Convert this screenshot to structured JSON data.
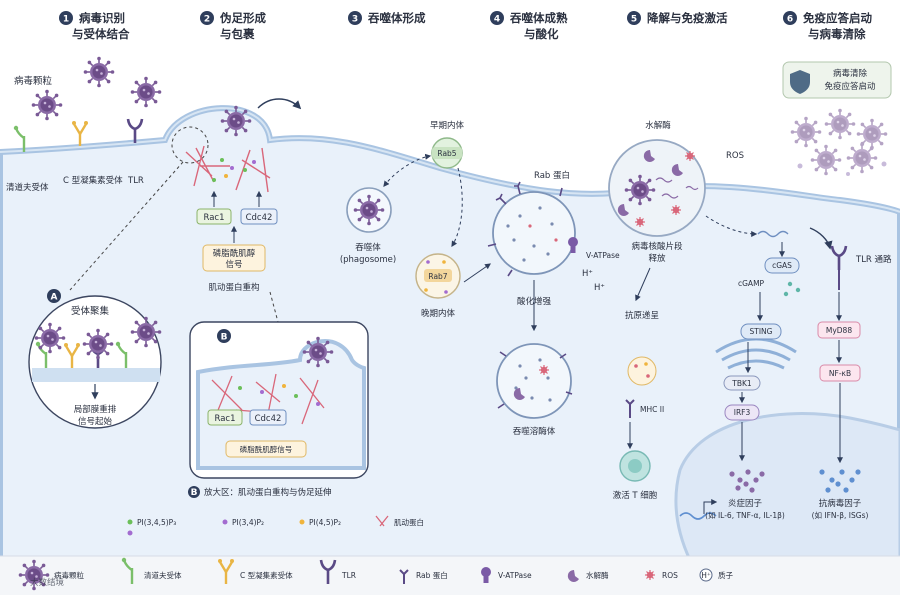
{
  "steps": [
    {
      "n": "1",
      "line1": "病毒识别",
      "line2": "与受体结合"
    },
    {
      "n": "2",
      "line1": "伪足形成",
      "line2": "与包裹"
    },
    {
      "n": "3",
      "line1": "吞噬体形成",
      "line2": ""
    },
    {
      "n": "4",
      "line1": "吞噬体成熟",
      "line2": "与酸化"
    },
    {
      "n": "5",
      "line1": "降解与免疫激活",
      "line2": ""
    },
    {
      "n": "6",
      "line1": "免疫应答启动",
      "line2": "与病毒清除"
    }
  ],
  "labels": {
    "virus": "病毒颗粒",
    "scavenger": "清道夫受体",
    "lectin": "C 型凝集素受体",
    "tlr": "TLR",
    "rac1": "Rac1",
    "cdc42": "Cdc42",
    "pi_signal_l1": "磷脂酰肌醇",
    "pi_signal_l2": "信号",
    "actin_remodel": "肌动蛋白重构",
    "early_endosome": "早期内体",
    "rab5": "Rab5",
    "phagosome_l1": "吞噬体",
    "phagosome_l2": "(phagosome)",
    "rab7": "Rab7",
    "late_endosome": "晚期内体",
    "rab_protein": "Rab 蛋白",
    "vatpase": "V-ATPase",
    "hplus": "H⁺",
    "acidify": "酸化增强",
    "phagolysosome": "吞噬溶酶体",
    "hydrolase": "水解酶",
    "ros": "ROS",
    "fragments_l1": "病毒核酸片段",
    "fragments_l2": "释放",
    "antigen": "抗原递呈",
    "mhc": "MHC II",
    "tcell": "激活 T 细胞",
    "cgas": "cGAS",
    "cgamp": "cGAMP",
    "sting": "STING",
    "tbk1": "TBK1",
    "irf3": "IRF3",
    "tlr_path": "TLR 通路",
    "myd88": "MyD88",
    "nfkb": "NF-κB",
    "cytokines_l1": "炎症因子",
    "cytokines_l2": "(如 IL-6, TNF-α, IL-1β)",
    "antiviral_l1": "抗病毒因子",
    "antiviral_l2": "(如 IFN-β, ISGs)",
    "clear_l1": "病毒清除",
    "clear_l2": "免疫应答启动"
  },
  "insetA": {
    "badge": "A",
    "title": "受体聚集",
    "line1": "局部膜重排",
    "line2": "信号起始"
  },
  "insetB": {
    "badge": "B",
    "rac1": "Rac1",
    "cdc42": "Cdc42",
    "signal": "磷脂酰肌醇信号",
    "caption": "放大区：肌动蛋白重构与伪足延伸"
  },
  "pi_legend": [
    {
      "label": "PI(3,4,5)P₃",
      "color": "#6bbf59"
    },
    {
      "label": "PI(3,4)P₂",
      "color": "#a36cd0"
    },
    {
      "label": "PI(4,5)P₂",
      "color": "#f0b43c"
    },
    {
      "label": "肌动蛋白",
      "color": "#d9677a"
    }
  ],
  "legend": [
    {
      "label": "病毒颗粒",
      "icon": "virus-icon"
    },
    {
      "label": "清道夫受体",
      "icon": "scavenger-receptor-icon"
    },
    {
      "label": "C 型凝集素受体",
      "icon": "lectin-receptor-icon"
    },
    {
      "label": "TLR",
      "icon": "tlr-icon"
    },
    {
      "label": "Rab 蛋白",
      "icon": "rab-protein-icon"
    },
    {
      "label": "V-ATPase",
      "icon": "vatpase-icon"
    },
    {
      "label": "水解酶",
      "icon": "hydrolase-icon"
    },
    {
      "label": "ROS",
      "icon": "ros-icon"
    },
    {
      "label": "质子",
      "icon": "proton-icon"
    }
  ],
  "watermark": "大数结境",
  "colors": {
    "membrane": "#a9c4e2",
    "cytoplasm": "#e9f1fa",
    "virus": "#7a5a96",
    "actin": "#d9677a",
    "accent": "#2f3e5c"
  }
}
